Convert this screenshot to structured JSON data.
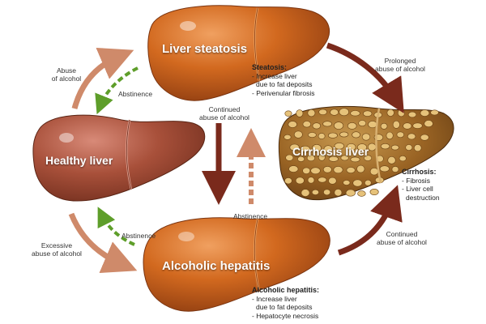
{
  "livers": {
    "steatosis": {
      "label": "Liver steatosis"
    },
    "healthy": {
      "label": "Healthy liver"
    },
    "cirrhosis": {
      "label": "Cirrhosis liver"
    },
    "hepatitis": {
      "label": "Alcoholic hepatitis"
    }
  },
  "notes": {
    "steatosis": {
      "heading": "Steatosis:",
      "lines": [
        "- Increase liver",
        "  due to fat deposits",
        "- Perivenular fibrosis"
      ]
    },
    "cirrhosis": {
      "heading": "Cirrhosis:",
      "lines": [
        "- Fibrosis",
        "- Liver cell",
        "  destruction"
      ]
    },
    "hepatitis": {
      "heading": "Alcoholic hepatitis:",
      "lines": [
        "- Increase liver",
        "  due to fat deposits",
        "- Hepatocyte necrosis"
      ]
    }
  },
  "transitions": {
    "abuse_alcohol": [
      "Abuse",
      "of alcohol"
    ],
    "abstinence_top": "Abstinence",
    "continued_center": [
      "Continued",
      "abuse of alcohol"
    ],
    "prolonged": [
      "Prolonged",
      "abuse of alcohol"
    ],
    "abstinence_center": "Abstinence",
    "excessive": [
      "Excessive",
      "abuse of alcohol"
    ],
    "abstinence_bottom": "Abstinence",
    "continued_right": [
      "Continued",
      "abuse of alcohol"
    ]
  },
  "colors": {
    "arrow_dark": "#7a2a1c",
    "arrow_light": "#cf8a6a",
    "arrow_green": "#5e9e2a",
    "liver_orange": "#c8601c",
    "liver_healthy": "#a84a30",
    "liver_cirrhosis": "#9a6a2a"
  }
}
